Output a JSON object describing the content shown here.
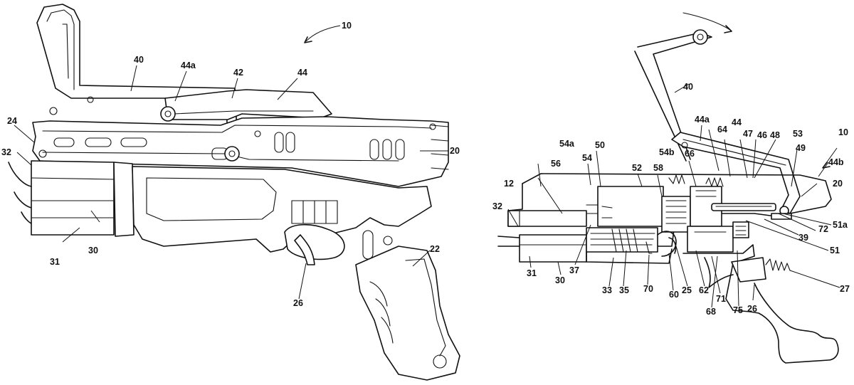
{
  "figure": {
    "left_view": {
      "ref_assembly": "10",
      "labels": {
        "grip": "22",
        "trigger": "26",
        "barrel_assembly": "30",
        "barrel": "31",
        "barrel_tips": "32",
        "handle": "40",
        "pivot": "42",
        "link": "44",
        "link_pin": "44a",
        "body_top": "24",
        "housing": "20"
      }
    },
    "right_view": {
      "ref_assembly": "10",
      "labels": [
        "40",
        "44a",
        "44",
        "64",
        "47",
        "46",
        "48",
        "53",
        "49",
        "44b",
        "20",
        "50",
        "54a",
        "54",
        "56",
        "52",
        "58",
        "54b",
        "66",
        "12",
        "32",
        "51a",
        "72",
        "39",
        "51",
        "31",
        "30",
        "37",
        "33",
        "35",
        "70",
        "60",
        "25",
        "62",
        "68",
        "71",
        "75",
        "26",
        "27"
      ]
    }
  }
}
